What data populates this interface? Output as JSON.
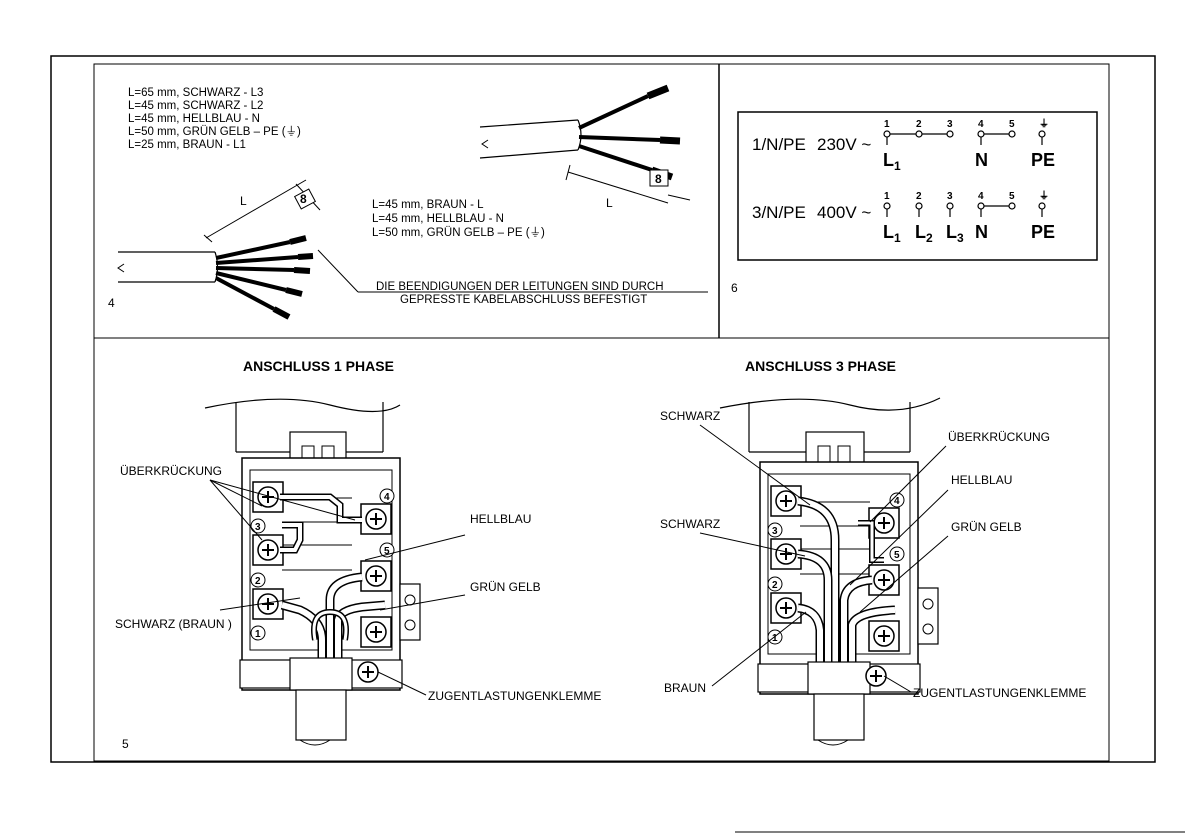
{
  "fig4": {
    "number": "4",
    "specs_3phase": [
      "L=65 mm, SCHWARZ - L3",
      "L=45 mm, SCHWARZ - L2",
      "L=45 mm, HELLBLAU  - N",
      "L=50 mm, GRÜN GELB  – PE (⏚)",
      "L=25 mm, BRAUN - L1"
    ],
    "specs_1phase": [
      "L=45 mm, BRAUN   - L",
      "L=45 mm, HELLBLAU  - N",
      "L=50 mm, GRÜN GELB   – PE (⏚)"
    ],
    "dim_L": "L",
    "dim_8": "8",
    "note_line1": "DIE BEENDIGUNGEN DER LEITUNGEN SIND DURCH",
    "note_line2": "GEPRESSTE KABELABSCHLUSS BEFESTIGT"
  },
  "fig6": {
    "number": "6",
    "rows": [
      {
        "system": "1/N/PE",
        "voltage": "230V ~",
        "terminals": [
          "L1",
          "N",
          "PE"
        ]
      },
      {
        "system": "3/N/PE",
        "voltage": "400V ~",
        "terminals": [
          "L1",
          "L2",
          "L3",
          "N",
          "PE"
        ]
      }
    ],
    "terminal_numbers": [
      "1",
      "2",
      "3",
      "4",
      "5",
      "⏚"
    ],
    "labels": {
      "L": "L",
      "N": "N",
      "PE": "PE",
      "sub1": "1",
      "sub2": "2",
      "sub3": "3"
    }
  },
  "fig5": {
    "number": "5",
    "left": {
      "title": "ANSCHLUSS 1 PHASE",
      "callouts": [
        "ÜBERKRÜCKUNG",
        "HELLBLAU",
        "GRÜN GELB",
        "SCHWARZ (BRAUN )",
        "ZUGENTLASTUNGENKLEMME"
      ],
      "terminal_marks": [
        "1",
        "2",
        "3",
        "4",
        "5"
      ]
    },
    "right": {
      "title": "ANSCHLUSS 3 PHASE",
      "callouts": [
        "SCHWARZ",
        "ÜBERKRÜCKUNG",
        "HELLBLAU",
        "SCHWARZ",
        "GRÜN GELB",
        "BRAUN",
        "ZUGENTLASTUNGENKLEMME"
      ],
      "terminal_marks": [
        "1",
        "2",
        "3",
        "4",
        "5"
      ]
    }
  }
}
